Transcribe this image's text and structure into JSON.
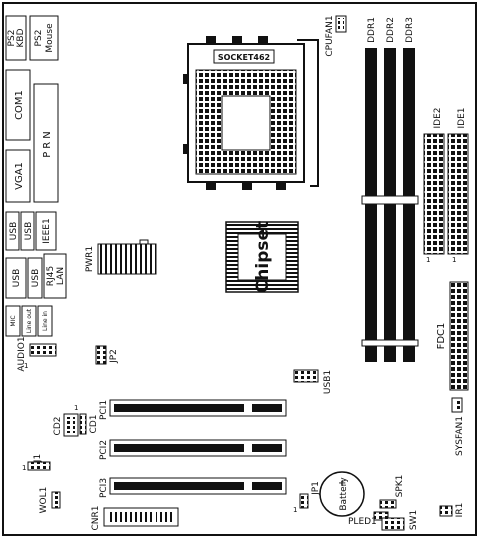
{
  "ports": {
    "ps2_kbd": [
      "PS2",
      "KBD"
    ],
    "ps2_mouse": [
      "PS2",
      "Mouse"
    ],
    "com1": "COM1",
    "prn": "PRN",
    "vga1": "VGA1",
    "usb_top": [
      "USB",
      "USB"
    ],
    "ieee1": "IEEE1",
    "usb_bottom": [
      "USB",
      "USB"
    ],
    "rj45": [
      "RJ45",
      "LAN"
    ],
    "audio_jacks": [
      "MIC",
      "Line out",
      "Line in"
    ]
  },
  "headers": {
    "audio1": "AUDIO1",
    "jp2": "JP2",
    "cd1": "CD1",
    "cd2": "CD2",
    "j1": "J1",
    "wol1": "WOL1",
    "cnr1": "CNR1",
    "usb1": "USB1",
    "jp1": "JP1",
    "pled1": "PLED1",
    "spk1": "SPK1",
    "sw1": "SW1",
    "ir1": "IR1",
    "sysfan1": "SYSFAN1",
    "cpufan1": "CPUFAN1",
    "pwr1": "PWR1",
    "fdc1": "FDC1",
    "ide1": "IDE1",
    "ide2": "IDE2",
    "pin1": "1"
  },
  "socket": {
    "label": "SOCKET462"
  },
  "chipset": {
    "label": "Chipset"
  },
  "memory": {
    "slots": [
      "DDR1",
      "DDR2",
      "DDR3"
    ]
  },
  "pci_slots": [
    "PCI1",
    "PCI2",
    "PCI3"
  ],
  "battery": {
    "label": "Battery",
    "symbol": "+"
  }
}
